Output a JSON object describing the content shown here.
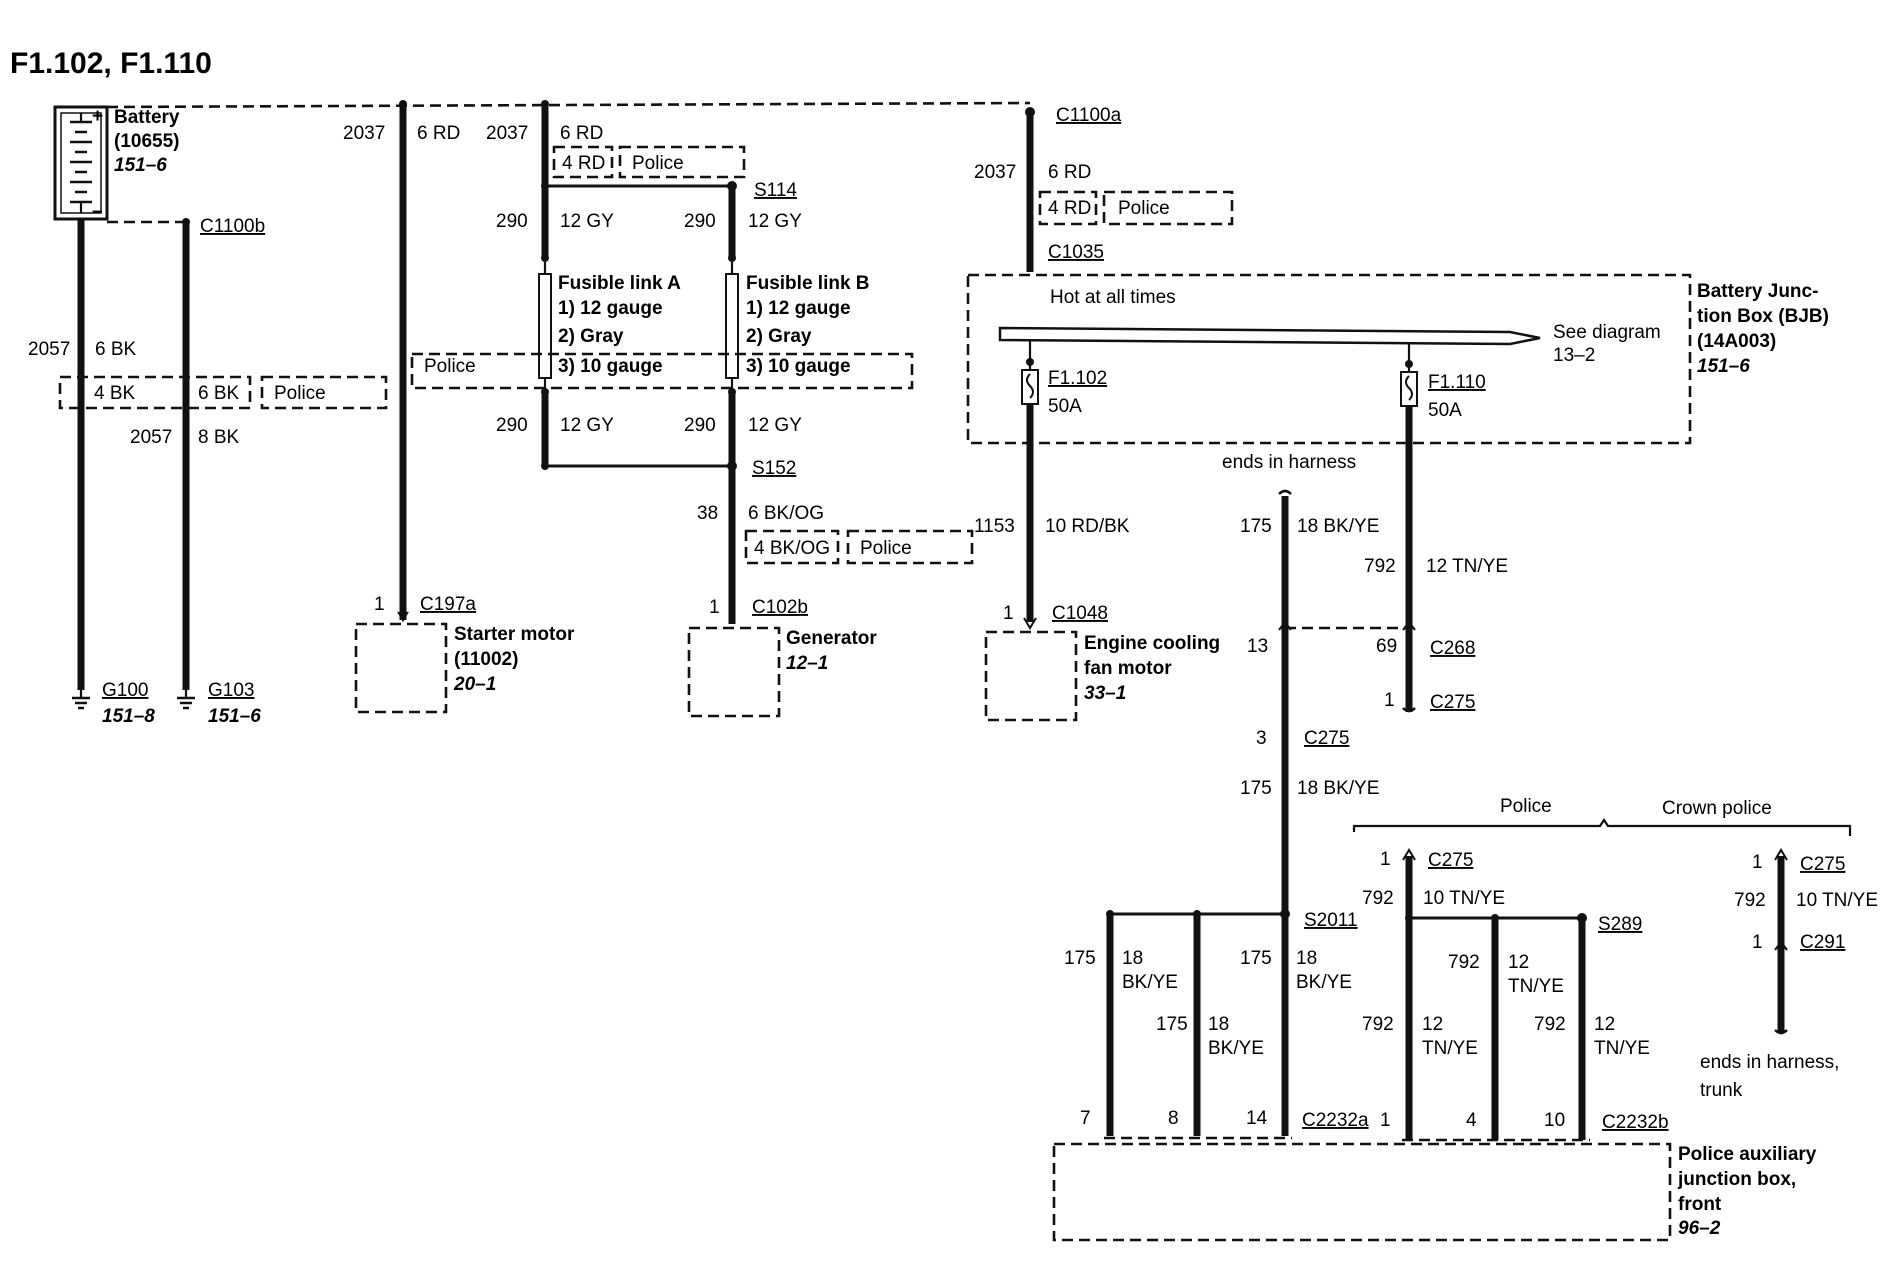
{
  "title": "F1.102, F1.110",
  "battery": {
    "name": "Battery",
    "part": "(10655)",
    "ref": "151–6",
    "plus": "+",
    "minus": "–"
  },
  "ground_g100": {
    "circuit": "2057",
    "wire": "6 BK",
    "name": "G100",
    "ref": "151–8"
  },
  "ground_g103": {
    "connector": "C1100b",
    "circuit": "2057",
    "wire": "8 BK",
    "name": "G103",
    "ref": "151–6"
  },
  "police_option_left": {
    "wire_a": "4 BK",
    "wire_b": "6 BK",
    "label": "Police"
  },
  "starter_feed": {
    "circuit": "2037",
    "wire": "6 RD",
    "pin": "1",
    "connector": "C197a"
  },
  "starter_motor": {
    "name": "Starter motor",
    "part": "(11002)",
    "ref": "20–1"
  },
  "fusible_feed": {
    "circuit": "2037",
    "wire": "6 RD",
    "police_wire": "4 RD",
    "police_label": "Police"
  },
  "splice_s114": "S114",
  "fusible_link_a": {
    "circuit_in": "290",
    "wire_in": "12 GY",
    "name": "Fusible link A",
    "line1": "1)  12 gauge",
    "line2": "2)  Gray",
    "line3": "3)  10 gauge",
    "circuit_out": "290",
    "wire_out": "12 GY"
  },
  "fusible_link_b": {
    "circuit_in": "290",
    "wire_in": "12 GY",
    "name": "Fusible link B",
    "line1": "1)  12 gauge",
    "line2": "2)  Gray",
    "line3": "3)  10 gauge",
    "circuit_out": "290",
    "wire_out": "12 GY"
  },
  "police_option_mid": "Police",
  "splice_s152": "S152",
  "generator_feed": {
    "circuit": "38",
    "wire": "6 BK/OG",
    "police_wire": "4 BK/OG",
    "police_label": "Police",
    "pin": "1",
    "connector": "C102b"
  },
  "generator": {
    "name": "Generator",
    "ref": "12–1"
  },
  "bjb_feed": {
    "connector": "C1100a",
    "circuit": "2037",
    "wire": "6 RD",
    "police_wire": "4 RD",
    "police_label": "Police",
    "connector_bjb": "C1035"
  },
  "bjb": {
    "name_line1": "Battery Junc-",
    "name_line2": "tion Box (BJB)",
    "part": "(14A003)",
    "ref": "151–6",
    "hot_label": "Hot at all times",
    "see_line1": "See diagram",
    "see_line2": "13–2"
  },
  "fuse_f1102": {
    "name": "F1.102",
    "rating": "50A"
  },
  "fuse_f1110": {
    "name": "F1.110",
    "rating": "50A"
  },
  "fan_feed": {
    "circuit": "1153",
    "wire": "10 RD/BK",
    "pin": "1",
    "connector": "C1048"
  },
  "fan_motor": {
    "line1": "Engine cooling",
    "line2": "fan motor",
    "ref": "33–1"
  },
  "harness_end_label": "ends in harness",
  "wire_175_top": {
    "circuit": "175",
    "wire": "18 BK/YE",
    "pin_c268": "13"
  },
  "wire_792_top": {
    "circuit": "792",
    "wire": "12 TN/YE",
    "pin_c268": "69",
    "connector_c268": "C268",
    "pin_c275": "1",
    "connector_c275": "C275"
  },
  "c275_lower": {
    "pin": "3",
    "connector": "C275",
    "circuit": "175",
    "wire": "18 BK/YE"
  },
  "branch_labels": {
    "police": "Police",
    "crown_police": "Crown police"
  },
  "police_branch": {
    "pin": "1",
    "connector": "C275",
    "circuit": "792",
    "wire": "10 TN/YE",
    "splice": "S289"
  },
  "crown_branch": {
    "pin_top": "1",
    "connector_top": "C275",
    "circuit": "792",
    "wire": "10 TN/YE",
    "pin_bottom": "1",
    "connector_bottom": "C291",
    "end_line1": "ends in harness,",
    "end_line2": "trunk"
  },
  "splice_s2011": "S2011",
  "drops_175": [
    {
      "circuit": "175",
      "wire1": "18",
      "wire2": "BK/YE",
      "pin": "7"
    },
    {
      "circuit": "175",
      "wire1": "18",
      "wire2": "BK/YE",
      "pin": "8"
    },
    {
      "circuit": "175",
      "wire1": "18",
      "wire2": "BK/YE",
      "pin": "14"
    }
  ],
  "connector_c2232a": "C2232a",
  "drops_792": [
    {
      "circuit": "792",
      "wire1": "12",
      "wire2": "TN/YE",
      "pin": "1"
    },
    {
      "circuit": "792",
      "wire1": "12",
      "wire2": "TN/YE",
      "pin": "4"
    },
    {
      "circuit": "792",
      "wire1": "12",
      "wire2": "TN/YE",
      "pin": "10"
    }
  ],
  "connector_c2232b": "C2232b",
  "aux_box": {
    "line1": "Police auxiliary",
    "line2": "junction box,",
    "line3": "front",
    "ref": "96–2"
  }
}
